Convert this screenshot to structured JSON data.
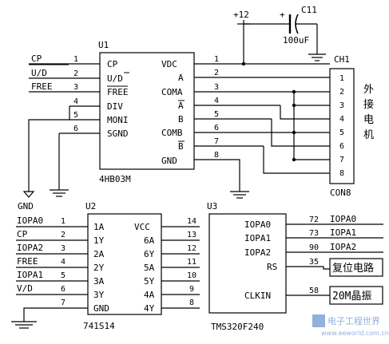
{
  "u1": {
    "ref": "U1",
    "part": "4HB03M",
    "left_pins": [
      {
        "num": "1",
        "net": "CP",
        "name": "CP"
      },
      {
        "num": "2",
        "net": "U/D",
        "name": "U/D"
      },
      {
        "num": "3",
        "net": "FREE",
        "name": "FREE"
      },
      {
        "num": "4",
        "net": "",
        "name": "DIV"
      },
      {
        "num": "5",
        "net": "",
        "name": "MONI"
      },
      {
        "num": "6",
        "net": "",
        "name": "SGND"
      }
    ],
    "right_pins": [
      {
        "num": "1",
        "name": "VDC"
      },
      {
        "num": "2",
        "name": "A"
      },
      {
        "num": "3",
        "name": "COMA"
      },
      {
        "num": "4",
        "name": "A"
      },
      {
        "num": "5",
        "name": "B"
      },
      {
        "num": "6",
        "name": "COMB"
      },
      {
        "num": "7",
        "name": "B"
      },
      {
        "num": "8",
        "name": "GND"
      }
    ]
  },
  "power": {
    "vcc": "+12",
    "gnd_left": "GND"
  },
  "c11": {
    "ref": "C11",
    "value": "100uF"
  },
  "ch1": {
    "ref": "CH1",
    "part": "CON8",
    "pins": [
      "1",
      "2",
      "3",
      "4",
      "5",
      "6",
      "7",
      "8"
    ],
    "side_label": [
      "外",
      "接",
      "电",
      "机"
    ]
  },
  "u2": {
    "ref": "U2",
    "part": "741S14",
    "left_pins": [
      {
        "num": "1",
        "net": "IOPA0",
        "name": "1A"
      },
      {
        "num": "2",
        "net": "CP",
        "name": "1Y"
      },
      {
        "num": "3",
        "net": "IOPA2",
        "name": "2A"
      },
      {
        "num": "4",
        "net": "FREE",
        "name": "2Y"
      },
      {
        "num": "5",
        "net": "IOPA1",
        "name": "3A"
      },
      {
        "num": "6",
        "net": "V/D",
        "name": "3Y"
      },
      {
        "num": "7",
        "net": "",
        "name": "GND"
      }
    ],
    "right_pins": [
      {
        "num": "14",
        "name": "VCC"
      },
      {
        "num": "13",
        "name": "6A"
      },
      {
        "num": "12",
        "name": "6Y"
      },
      {
        "num": "11",
        "name": "5A"
      },
      {
        "num": "10",
        "name": "5Y"
      },
      {
        "num": "9",
        "name": "4A"
      },
      {
        "num": "8",
        "name": "4Y"
      }
    ]
  },
  "u3": {
    "ref": "U3",
    "part": "TMS320F240",
    "pins": [
      {
        "num": "72",
        "name": "IOPA0",
        "net": "IOPA0"
      },
      {
        "num": "73",
        "name": "IOPA1",
        "net": "IOPA1"
      },
      {
        "num": "90",
        "name": "IOPA2",
        "net": "IOPA2"
      },
      {
        "num": "35",
        "name": "RS",
        "net": "复位电路"
      },
      {
        "num": "58",
        "name": "CLKIN",
        "net": "20M晶振"
      }
    ]
  },
  "watermark": {
    "text": "电子工程世界",
    "url": "www.eeworld.com.cn"
  }
}
